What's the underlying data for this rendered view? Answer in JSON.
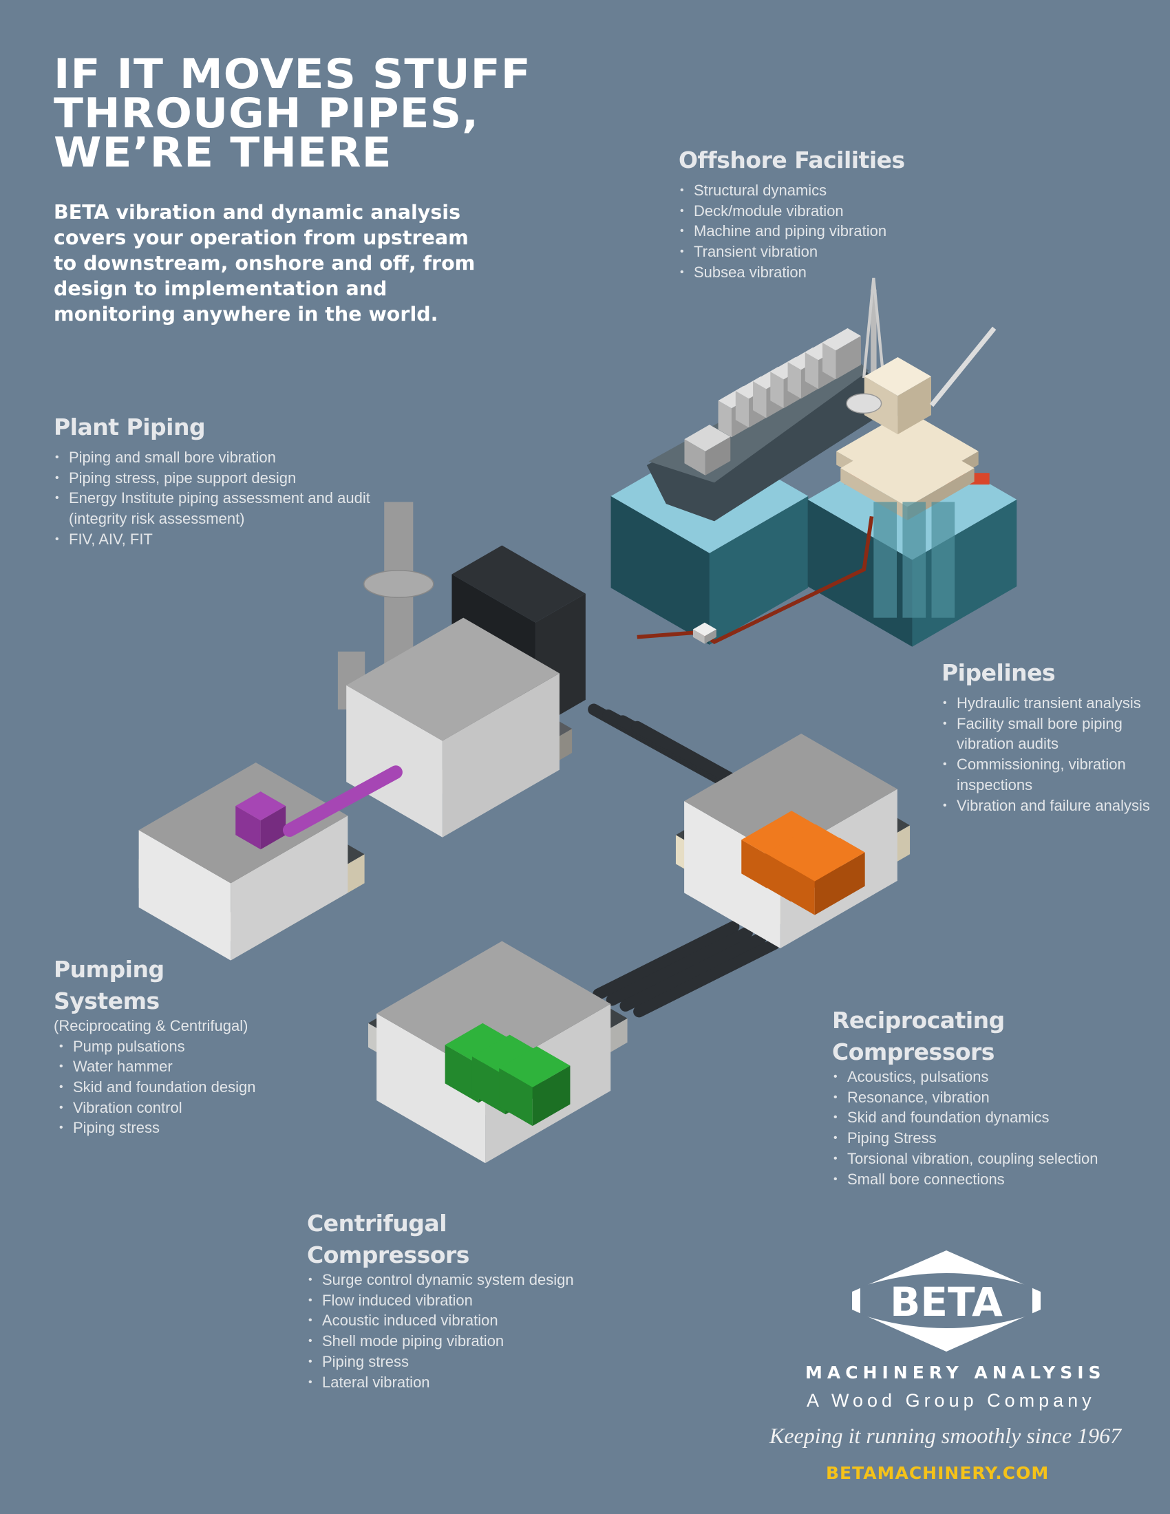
{
  "headline": [
    "IF IT MOVES STUFF",
    "THROUGH PIPES,",
    "WE’RE THERE"
  ],
  "intro": "BETA vibration and dynamic analysis covers your operation from upstream to downstream, onshore and off, from design to implementation and monitoring anywhere in the world.",
  "sections": {
    "offshore": {
      "title": "Offshore Facilities",
      "items": [
        "Structural dynamics",
        "Deck/module vibration",
        "Machine and piping vibration",
        "Transient vibration",
        "Subsea vibration"
      ]
    },
    "plant_piping": {
      "title": "Plant Piping",
      "items": [
        "Piping and small bore vibration",
        "Piping stress, pipe support design",
        "Energy Institute piping assessment and audit (integrity risk assessment)",
        "FIV, AIV, FIT"
      ]
    },
    "pipelines": {
      "title": "Pipelines",
      "items": [
        "Hydraulic transient analysis",
        "Facility small bore piping vibration audits",
        "Commissioning, vibration inspections",
        "Vibration and failure analysis"
      ]
    },
    "pumping": {
      "title_lines": [
        "Pumping",
        "Systems"
      ],
      "subtitle": "(Reciprocating & Centrifugal)",
      "items": [
        "Pump pulsations",
        "Water hammer",
        "Skid and foundation design",
        "Vibration control",
        "Piping stress"
      ]
    },
    "reciprocating": {
      "title_lines": [
        "Reciprocating",
        "Compressors"
      ],
      "items": [
        "Acoustics, pulsations",
        "Resonance, vibration",
        "Skid and foundation dynamics",
        "Piping Stress",
        "Torsional vibration, coupling selection",
        "Small bore connections"
      ]
    },
    "centrifugal": {
      "title_lines": [
        "Centrifugal",
        "Compressors"
      ],
      "items": [
        "Surge control dynamic system design",
        "Flow induced vibration",
        "Acoustic induced vibration",
        "Shell mode piping vibration",
        "Piping stress",
        "Lateral vibration"
      ]
    }
  },
  "brand": {
    "logo_text": "BETA",
    "line1": "MACHINERY ANALYSIS",
    "line2": "A Wood Group Company",
    "tagline": "Keeping it running smoothly since 1967",
    "url": "BETAMACHINERY.COM"
  },
  "colors": {
    "background": "#6a7f93",
    "url": "#f5c219",
    "pump": "#a646b4",
    "recip": "#f07a1e",
    "centrifugal": "#2fb33c",
    "pipeline": "#c2401c"
  }
}
